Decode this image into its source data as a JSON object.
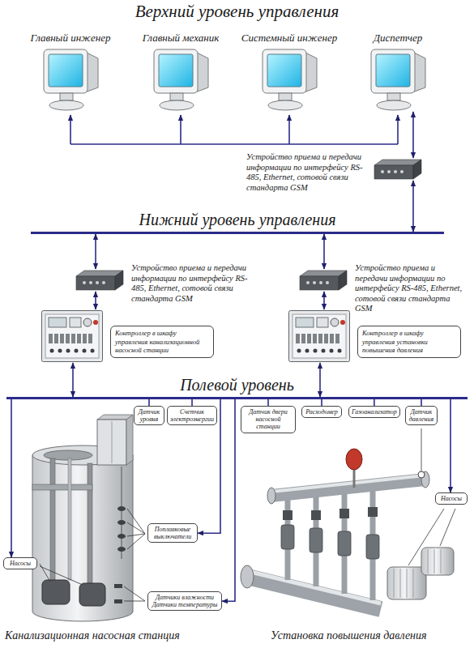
{
  "diagram": {
    "title": "Верхний уровень управления",
    "nodes": [
      {
        "text": [
          "Главный инженер"
        ]
      },
      {
        "text": [
          "Главный механик"
        ]
      },
      {
        "text": [
          "Системный инженер"
        ]
      },
      {
        "text": [
          "Диспетчер"
        ]
      },
      {
        "text": [
          "Устройство приема и передачи информации по интерфейсу RS-485, Ethernet, сотовой связи стандарта GSM"
        ]
      },
      {
        "text": [
          "Нижний уровень управления"
        ]
      },
      {
        "text": [
          "Устройство приема и передачи информации по интерфейсу RS-485, Ethernet, сотовой связи стандарта GSM"
        ]
      },
      {
        "text": [
          "Устройство приема и передачи информации по интерфейсу RS-485, Ethernet, сотовой связи стандарта GSM"
        ]
      },
      {
        "text": [
          "Контроллер в шкафу управления канализационной насосной станции"
        ]
      },
      {
        "text": [
          "Контроллер в шкафу управления установки повышения давления"
        ]
      },
      {
        "text": [
          "Полевой уровень"
        ]
      },
      {
        "text": [
          "Датчик уровня"
        ]
      },
      {
        "text": [
          "Счетчик электроэнергии"
        ]
      },
      {
        "text": [
          "Датчик двери насосной станции"
        ]
      },
      {
        "text": [
          "Расходомер"
        ]
      },
      {
        "text": [
          "Газоанализатор"
        ]
      },
      {
        "text": [
          "Датчик давления"
        ]
      },
      {
        "text": [
          "Насосы"
        ]
      },
      {
        "text": [
          "Поплавковые выключатели"
        ]
      },
      {
        "text": [
          "Датчики влажности",
          "Датчики температуры"
        ]
      },
      {
        "text": [
          "Насосы"
        ]
      }
    ],
    "edges": [
      {
        "from": 3,
        "to": 4,
        "arrow": "both"
      },
      {
        "from": 4,
        "to": 5,
        "arrow": "both"
      },
      {
        "from": 5,
        "to": 6,
        "arrow": "both"
      },
      {
        "from": 5,
        "to": 7,
        "arrow": "both"
      },
      {
        "from": 6,
        "to": 8,
        "arrow": "both"
      },
      {
        "from": 7,
        "to": 9,
        "arrow": "both"
      },
      {
        "from": 8,
        "to": 10,
        "arrow": "both"
      },
      {
        "from": 9,
        "to": 10,
        "arrow": "both"
      },
      {
        "from": 10,
        "to": 11,
        "arrow": "none"
      },
      {
        "from": 10,
        "to": 12,
        "arrow": "none"
      },
      {
        "from": 10,
        "to": 13,
        "arrow": "none"
      },
      {
        "from": 10,
        "to": 14,
        "arrow": "none"
      },
      {
        "from": 10,
        "to": 15,
        "arrow": "none"
      },
      {
        "from": 10,
        "to": 16,
        "arrow": "none"
      },
      {
        "from": 10,
        "to": 17,
        "arrow": "to"
      },
      {
        "from": 10,
        "to": 18,
        "arrow": "to"
      },
      {
        "from": 10,
        "to": 19,
        "arrow": "to"
      },
      {
        "from": 10,
        "to": 20,
        "arrow": "to"
      }
    ],
    "labels": [
      "Канализационная насосная станция",
      "Установка повышения давления"
    ]
  }
}
